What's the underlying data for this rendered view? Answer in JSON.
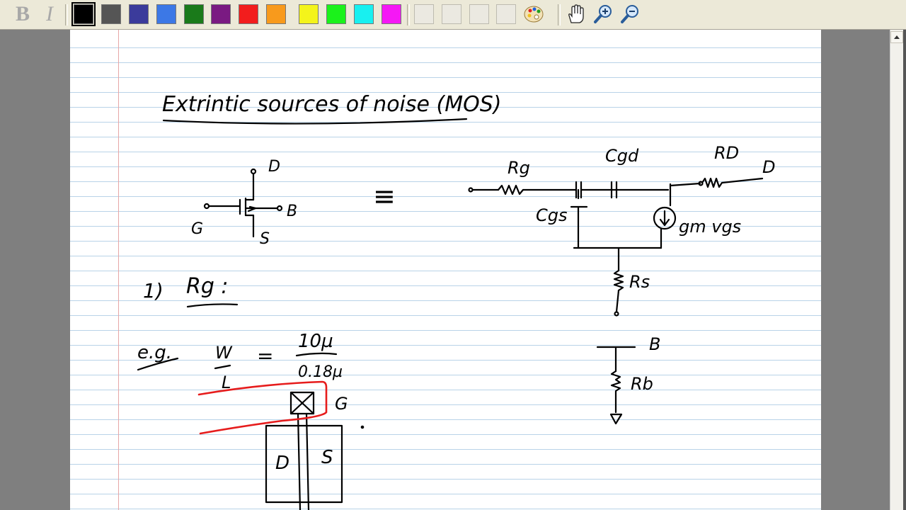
{
  "toolbar": {
    "bold_label": "B",
    "italic_label": "I",
    "pen_colors": [
      "#000000",
      "#555555",
      "#3b3b9b",
      "#3c78e6",
      "#1a7a1a",
      "#7a1a82",
      "#f21d1d",
      "#f89a1c",
      "#f4f41b",
      "#1bf21b",
      "#18f0f0",
      "#f518f5"
    ],
    "selected_color": "#000000",
    "icons": [
      "palette-icon",
      "hand-icon",
      "zoom-in-icon",
      "zoom-out-icon"
    ]
  },
  "ink_color": "#000000",
  "highlight_color": "#e61c1c",
  "handwriting": {
    "title": "Extrintic sources of noise (MOS)",
    "mos_terminals": {
      "drain": "D",
      "gate": "G",
      "source": "S",
      "bulk": "B"
    },
    "equivalent_sign": "≡",
    "model_labels": {
      "rg": "Rg",
      "cgd": "Cgd",
      "rd": "RD",
      "d": "D",
      "cgs": "Cgs",
      "gm": "gm vgs",
      "rs": "Rs",
      "b": "B",
      "rb": "Rb"
    },
    "item_number": "1)",
    "item_label": "Rg :",
    "eg": "e.g.",
    "w": "W",
    "l": "L",
    "equals": "=",
    "numerator": "10µ",
    "denominator": "0.18µ",
    "layout_gate": "G",
    "layout_drain": "D",
    "layout_source": "S"
  }
}
